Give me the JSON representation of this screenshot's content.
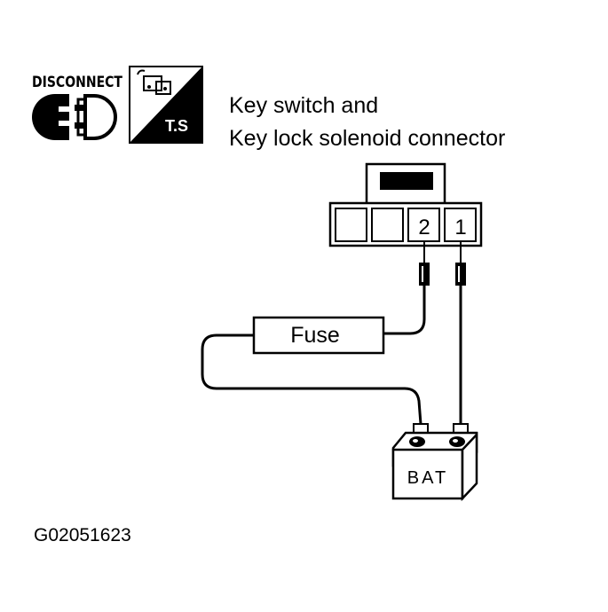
{
  "icons": {
    "disconnect_label": "DISCONNECT",
    "ts_label": "T.S"
  },
  "title": {
    "line1": "Key switch and",
    "line2": "Key lock solenoid connector"
  },
  "connector": {
    "pins": [
      {
        "label": ""
      },
      {
        "label": ""
      },
      {
        "label": "2"
      },
      {
        "label": "1"
      }
    ]
  },
  "fuse_label": "Fuse",
  "battery_label": "BAT",
  "figure_code": "G02051623"
}
